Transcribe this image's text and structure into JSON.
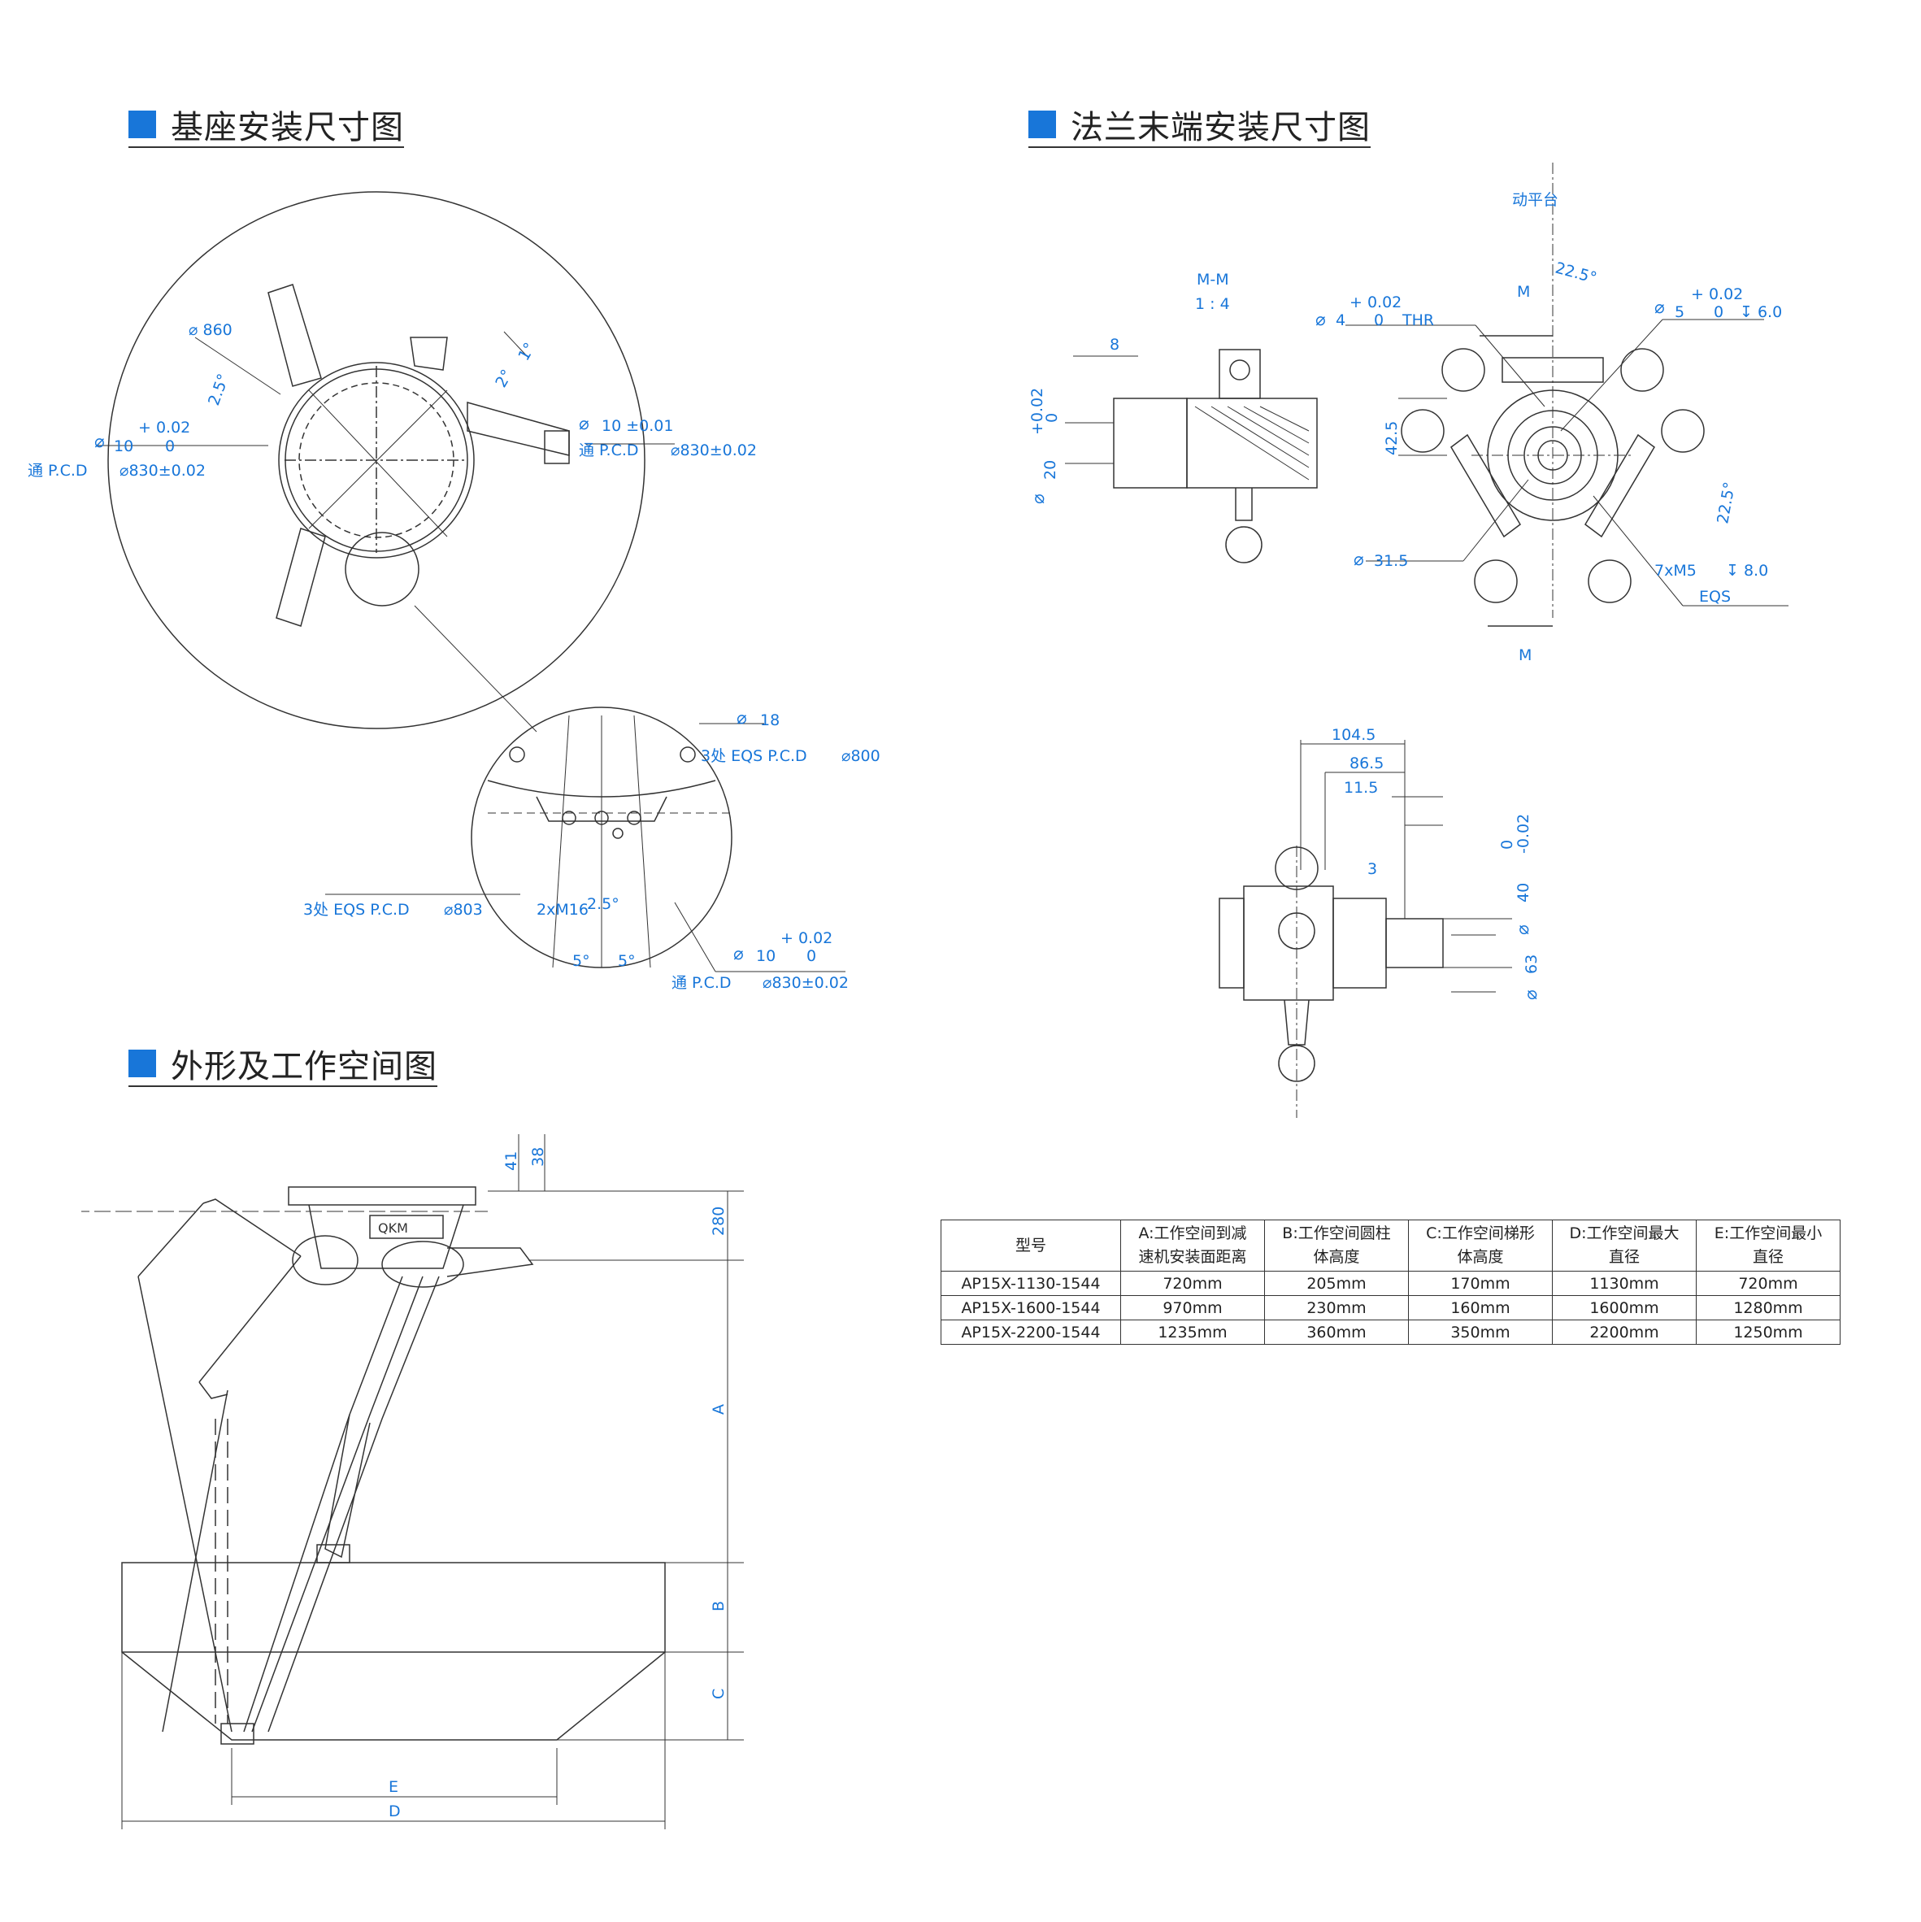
{
  "sections": {
    "base": "基座安装尺寸图",
    "flange": "法兰末端安装尺寸图",
    "workspace": "外形及工作空间图"
  },
  "base_labels": {
    "d860": "860",
    "ang25": "2.5°",
    "ang1": "1°",
    "ang2": "2°",
    "tol_plus": "+ 0.02",
    "tol_zero": "0",
    "d10": "10",
    "tong_pcd": "通 P.C.D",
    "d830": "⌀830±0.02",
    "d10_pm": "10  ±0.01",
    "d18": "18",
    "eqs3": "3处 EQS P.C.D",
    "d800": "⌀800",
    "d803": "⌀803",
    "m16": "2xM16",
    "ang5": "5°",
    "ang25b": "2.5°"
  },
  "flange_labels": {
    "dongpingtai": "动平台",
    "mm": "M-M",
    "scale": "1 : 4",
    "d8": "8",
    "tol_top": "+0.02",
    "tol_zero": "0",
    "d20": "20",
    "d4": "4",
    "plus002": "+ 0.02",
    "zero": "0",
    "thr": "THR",
    "m": "M",
    "ang225": "22.5°",
    "d5": "5",
    "depth6": "6.0",
    "d425": "42.5",
    "d315": "31.5",
    "m5": "7xM5",
    "depth8": "8.0",
    "eqs": "EQS",
    "d1045": "104.5",
    "d865": "86.5",
    "d115": "11.5",
    "d3": "3",
    "tol_neg": "0\n-0.02",
    "tol_neg_a": "0",
    "tol_neg_b": "-0.02",
    "d40": "40",
    "d63": "63"
  },
  "workspace_labels": {
    "d41": "41",
    "d38": "38",
    "d280": "280",
    "A": "A",
    "B": "B",
    "C": "C",
    "D": "D",
    "E": "E",
    "logo": "QKM"
  },
  "table": {
    "headers": [
      [
        "型号"
      ],
      [
        "A:工作空间到减",
        "速机安装面距离"
      ],
      [
        "B:工作空间圆柱",
        "体高度"
      ],
      [
        "C:工作空间梯形",
        "体高度"
      ],
      [
        "D:工作空间最大",
        "直径"
      ],
      [
        "E:工作空间最小",
        "直径"
      ]
    ],
    "rows": [
      [
        "AP15X-1130-1544",
        "720mm",
        "205mm",
        "170mm",
        "1130mm",
        "720mm"
      ],
      [
        "AP15X-1600-1544",
        "970mm",
        "230mm",
        "160mm",
        "1600mm",
        "1280mm"
      ],
      [
        "AP15X-2200-1544",
        "1235mm",
        "360mm",
        "350mm",
        "2200mm",
        "1250mm"
      ]
    ]
  },
  "colors": {
    "accent": "#1876d9",
    "line": "#333333"
  }
}
